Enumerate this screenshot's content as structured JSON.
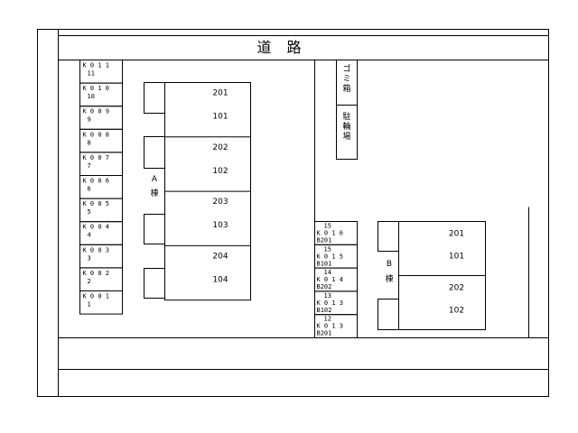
{
  "road_label": "道 路",
  "building_a": {
    "label_letter": "A",
    "label_kanji": "棟",
    "units": [
      {
        "upper": "201",
        "lower": "101"
      },
      {
        "upper": "202",
        "lower": "102"
      },
      {
        "upper": "203",
        "lower": "103"
      },
      {
        "upper": "204",
        "lower": "104"
      }
    ]
  },
  "building_b": {
    "label_letter": "B",
    "label_kanji": "棟",
    "units": [
      {
        "upper": "201",
        "lower": "101"
      },
      {
        "upper": "202",
        "lower": "102"
      }
    ]
  },
  "left_parking": [
    {
      "code": "K011",
      "num": "11"
    },
    {
      "code": "K010",
      "num": "10"
    },
    {
      "code": "K009",
      "num": "9"
    },
    {
      "code": "K008",
      "num": "8"
    },
    {
      "code": "K007",
      "num": "7"
    },
    {
      "code": "K006",
      "num": "6"
    },
    {
      "code": "K005",
      "num": "5"
    },
    {
      "code": "K004",
      "num": "4"
    },
    {
      "code": "K003",
      "num": "3"
    },
    {
      "code": "K002",
      "num": "2"
    },
    {
      "code": "K001",
      "num": "1"
    }
  ],
  "right_parking": [
    {
      "num": "15",
      "code": "K016",
      "unit": "B201"
    },
    {
      "num": "15",
      "code": "K015",
      "unit": "B101"
    },
    {
      "num": "14",
      "code": "K014",
      "unit": "B202"
    },
    {
      "num": "13",
      "code": "K013",
      "unit": "B102"
    },
    {
      "num": "12",
      "code": "K013",
      "unit": "B201"
    }
  ],
  "facilities": {
    "garbage": "ゴミ箱",
    "bicycle": "駐輪場"
  }
}
